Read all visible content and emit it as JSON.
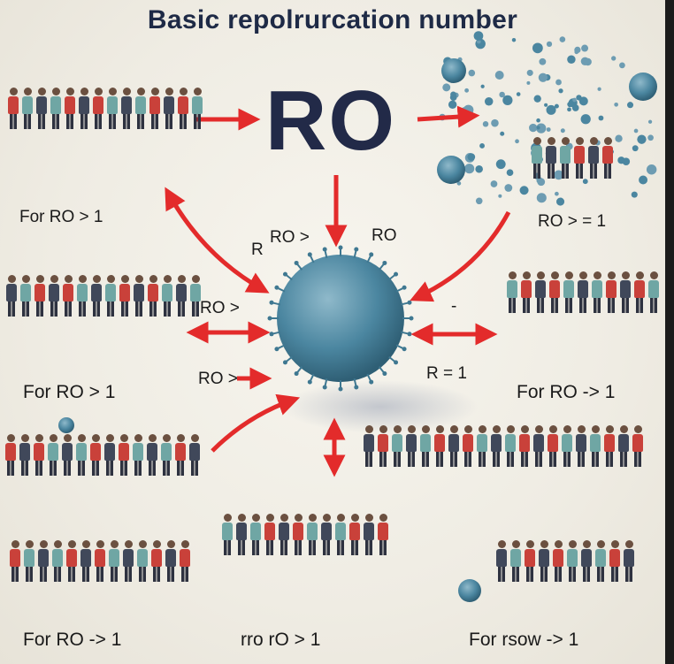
{
  "title": "Basic repolrurcation number",
  "center_label": "RO",
  "labels": {
    "for_top_left": "For RO > 1",
    "r_top": "R",
    "r0_top_mid": "RO >",
    "r0_top_right": "RO",
    "r0_right_top": "RO > = 1",
    "r0_left_mid": "RO >",
    "dash_right": "-",
    "r0_left_low": "RO >",
    "r_eq_1": "R = 1",
    "for_mid_left": "For RO > 1",
    "for_mid_right": "For RO -> 1",
    "for_bottom_left": "For RO -> 1",
    "for_bottom_mid": "rro rO > 1",
    "for_bottom_right": "For rsow -> 1"
  },
  "colors": {
    "arrow": "#e32b2b",
    "virus": "#3f7891",
    "virus_light": "#8fb9ca",
    "title": "#1e2a46",
    "person_red": "#c9413a",
    "person_teal": "#6fa6a4",
    "person_dark": "#40485a"
  },
  "icons": [
    "virus-icon",
    "person-icon",
    "arrow-icon"
  ]
}
